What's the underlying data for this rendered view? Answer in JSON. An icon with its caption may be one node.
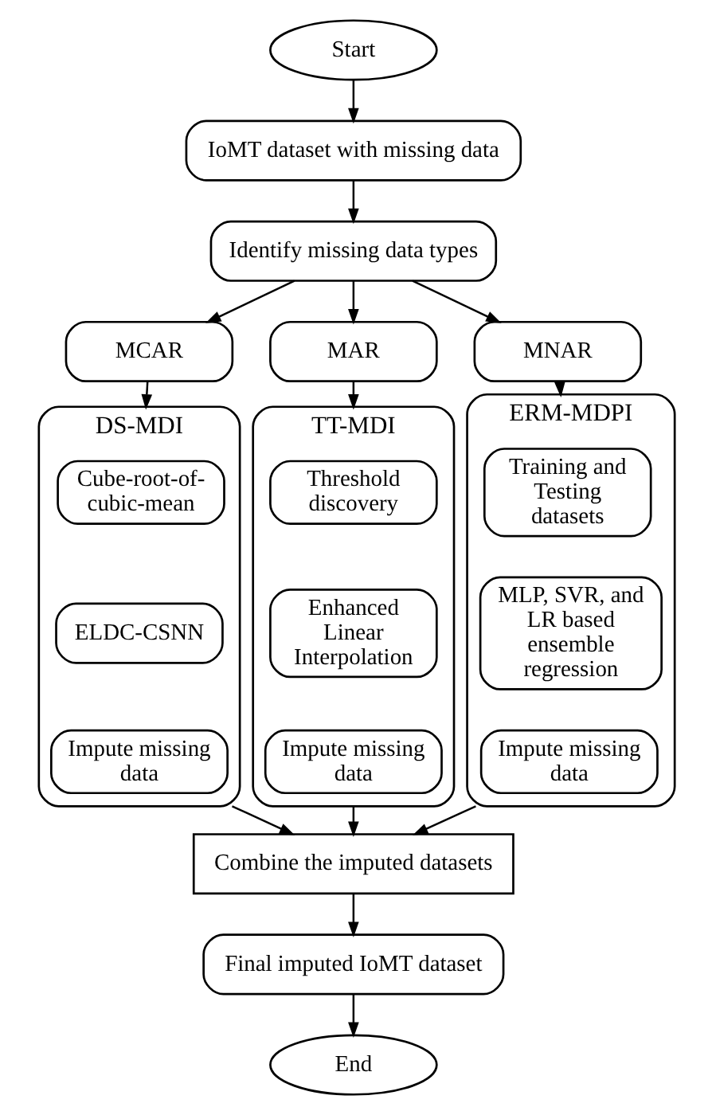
{
  "diagram": {
    "nodes": [
      {
        "text": [
          "Start"
        ]
      },
      {
        "text": [
          "IoMT dataset with missing data"
        ]
      },
      {
        "text": [
          "Identify missing data types"
        ]
      },
      {
        "text": [
          "MCAR"
        ]
      },
      {
        "text": [
          "MAR"
        ]
      },
      {
        "text": [
          "MNAR"
        ]
      },
      {
        "text": [
          "DS-MDI"
        ]
      },
      {
        "text": [
          "Cube-root-of-cubic-mean"
        ],
        "in": 6
      },
      {
        "text": [
          "ELDC-CSNN"
        ],
        "in": 6
      },
      {
        "text": [
          "Impute missing data"
        ],
        "in": 6
      },
      {
        "text": [
          "TT-MDI"
        ]
      },
      {
        "text": [
          "Threshold discovery"
        ],
        "in": 10
      },
      {
        "text": [
          "Enhanced Linear Interpolation"
        ],
        "in": 10
      },
      {
        "text": [
          "Impute missing data"
        ],
        "in": 10
      },
      {
        "text": [
          "ERM-MDPI"
        ]
      },
      {
        "text": [
          "Training and Testing datasets"
        ],
        "in": 14
      },
      {
        "text": [
          "MLP, SVR, and LR based ensemble regression"
        ],
        "in": 14
      },
      {
        "text": [
          "Impute missing data"
        ],
        "in": 14
      },
      {
        "text": [
          "Combine the imputed datasets"
        ]
      },
      {
        "text": [
          "Final imputed IoMT dataset"
        ]
      },
      {
        "text": [
          "End"
        ]
      }
    ],
    "edges": [
      {
        "from": 0,
        "to": 1,
        "arrow": "to"
      },
      {
        "from": 1,
        "to": 2,
        "arrow": "to"
      },
      {
        "from": 2,
        "to": 3,
        "arrow": "to"
      },
      {
        "from": 2,
        "to": 4,
        "arrow": "to"
      },
      {
        "from": 2,
        "to": 5,
        "arrow": "to"
      },
      {
        "from": 3,
        "to": 6,
        "arrow": "to"
      },
      {
        "from": 4,
        "to": 10,
        "arrow": "to"
      },
      {
        "from": 5,
        "to": 14,
        "arrow": "to"
      },
      {
        "from": 6,
        "to": 18,
        "arrow": "to"
      },
      {
        "from": 10,
        "to": 18,
        "arrow": "to"
      },
      {
        "from": 14,
        "to": 18,
        "arrow": "to"
      },
      {
        "from": 18,
        "to": 19,
        "arrow": "to"
      },
      {
        "from": 19,
        "to": 20,
        "arrow": "to"
      }
    ]
  }
}
